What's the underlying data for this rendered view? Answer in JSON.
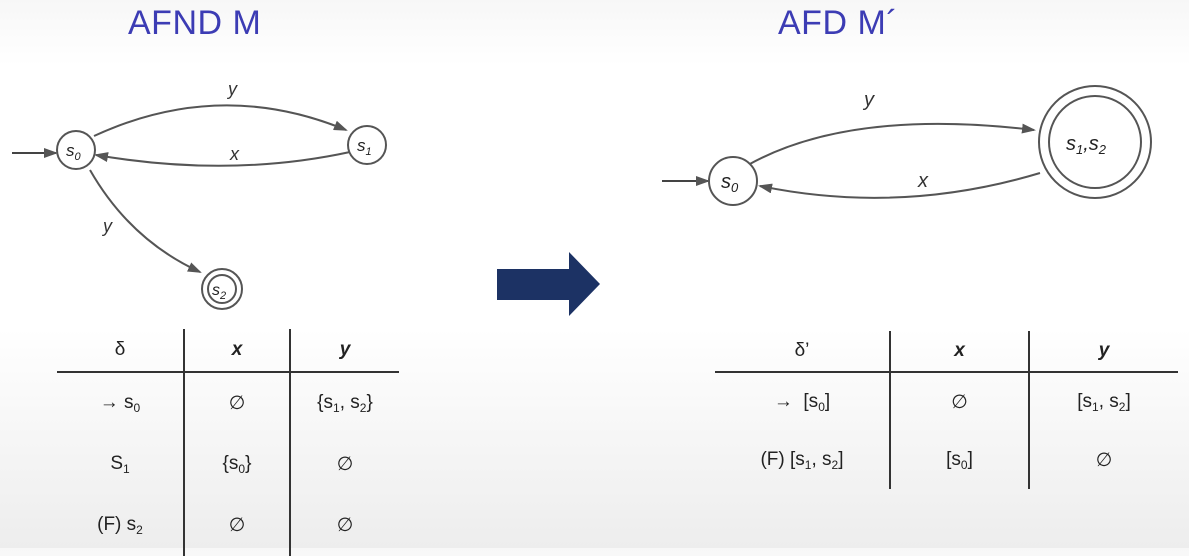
{
  "titles": {
    "left": "AFND M",
    "right": "AFD M´"
  },
  "colors": {
    "title": "#3c3cb4",
    "arrow": "#1c3264",
    "stroke": "#333333"
  },
  "nfa": {
    "states": [
      {
        "name": "s",
        "sub": "0"
      },
      {
        "name": "s",
        "sub": "1"
      },
      {
        "name": "s",
        "sub": "2",
        "accepting": true
      }
    ],
    "transitions": [
      {
        "from": "s0",
        "to": "s1",
        "label": "y"
      },
      {
        "from": "s1",
        "to": "s0",
        "label": "x"
      },
      {
        "from": "s0",
        "to": "s2",
        "label": "y"
      }
    ],
    "table": {
      "headers": [
        "δ",
        "x",
        "y"
      ],
      "rows": [
        [
          "→ s0",
          "∅",
          "{s1, s2}"
        ],
        [
          "S1",
          "{s0}",
          "∅"
        ],
        [
          "(F) s2",
          "∅",
          "∅"
        ]
      ]
    }
  },
  "dfa": {
    "states": [
      {
        "name": "s",
        "sub": "0"
      },
      {
        "name": "s1,s2",
        "accepting": true
      }
    ],
    "transitions": [
      {
        "from": "s0",
        "to": "s1,s2",
        "label": "y"
      },
      {
        "from": "s1,s2",
        "to": "s0",
        "label": "x"
      }
    ],
    "table": {
      "headers": [
        "δ’",
        "x",
        "y"
      ],
      "rows": [
        [
          "→  [s0]",
          "∅",
          "[s1, s2]"
        ],
        [
          "(F) [s1, s2]",
          "[s0]",
          "∅"
        ]
      ]
    }
  }
}
